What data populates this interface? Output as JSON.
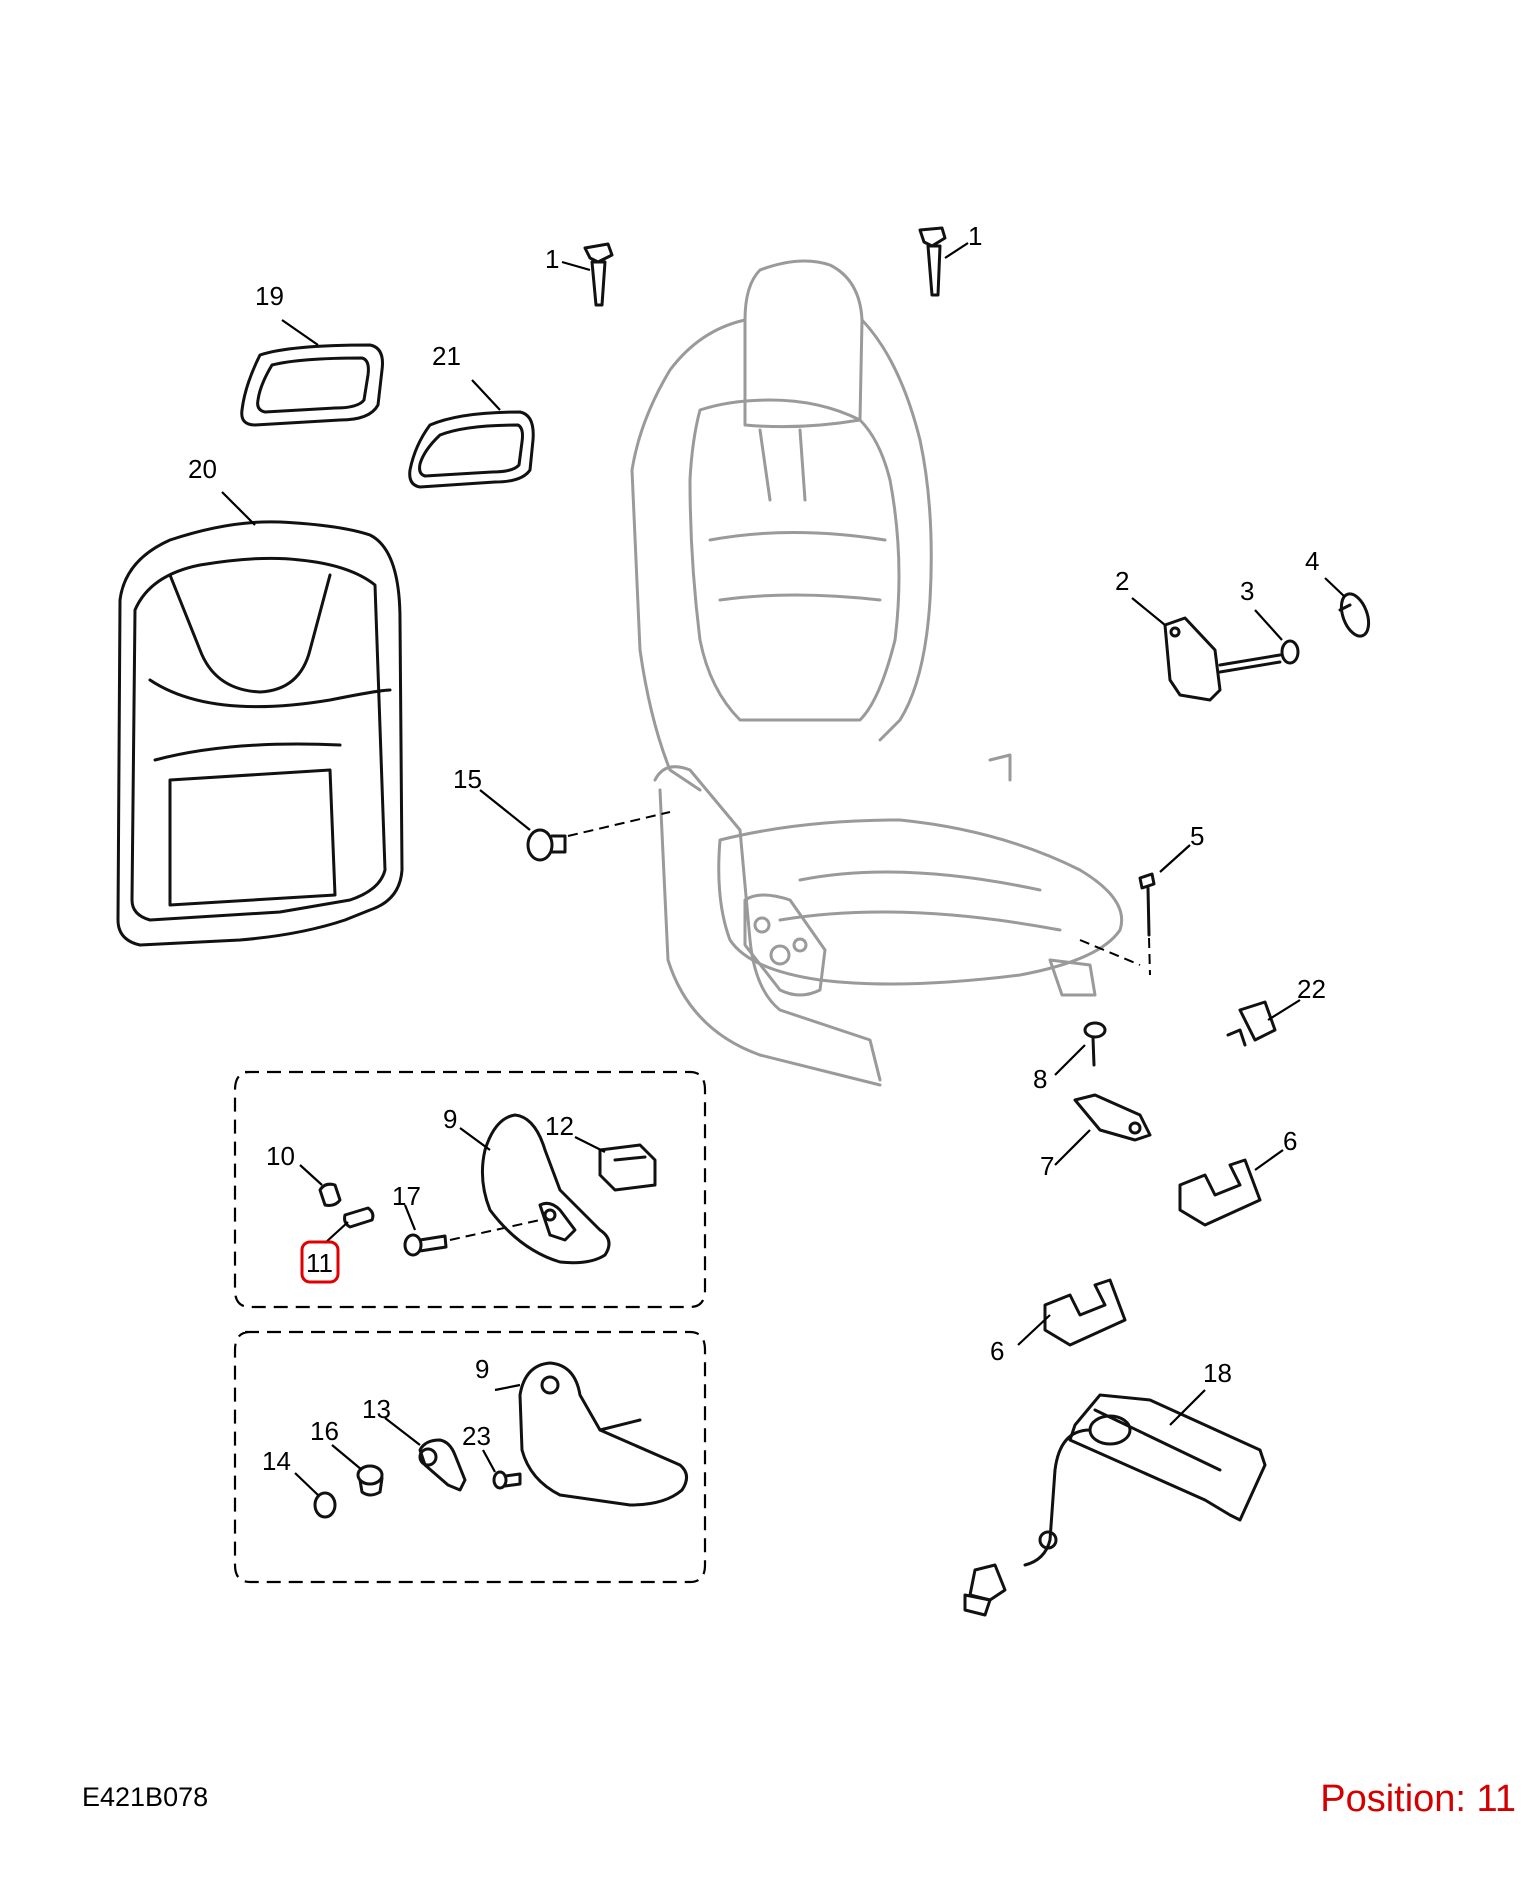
{
  "diagram_code": "E421B078",
  "position_label": "Position: 11",
  "selected_callout": "11",
  "callouts": {
    "c1a": "1",
    "c1b": "1",
    "c2": "2",
    "c3": "3",
    "c4": "4",
    "c5": "5",
    "c6a": "6",
    "c6b": "6",
    "c7": "7",
    "c8": "8",
    "c9a": "9",
    "c9b": "9",
    "c10": "10",
    "c11": "11",
    "c12": "12",
    "c13": "13",
    "c14": "14",
    "c15": "15",
    "c16": "16",
    "c17": "17",
    "c18": "18",
    "c19": "19",
    "c20": "20",
    "c21": "21",
    "c22": "22",
    "c23": "23"
  },
  "colors": {
    "highlight": "#e00000",
    "position_text": "#d40000",
    "seat_outline": "#9a9a9a"
  }
}
